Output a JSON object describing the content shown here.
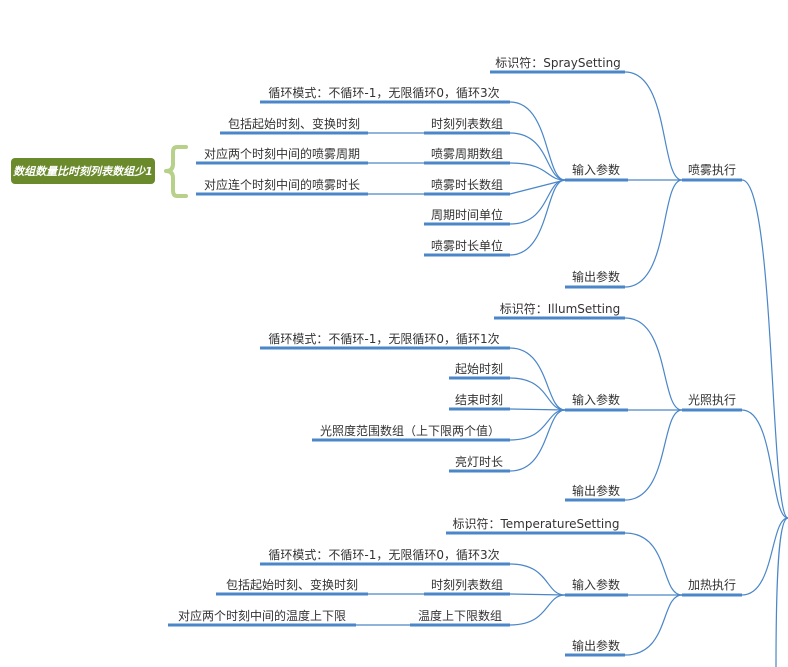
{
  "spray": {
    "title": "喷雾执行",
    "identifier": "标识符：SpraySetting",
    "input": "输入参数",
    "output": "输出参数",
    "loop_mode": "循环模式：不循环-1，无限循环0，循环3次",
    "time_list": "时刻列表数组",
    "time_list_desc": "包括起始时刻、变换时刻",
    "period_array": "喷雾周期数组",
    "period_desc": "对应两个时刻中间的喷雾周期",
    "duration_array": "喷雾时长数组",
    "duration_desc": "对应连个时刻中间的喷雾时长",
    "period_unit": "周期时间单位",
    "duration_unit": "喷雾时长单位",
    "note": "数组数量比时刻列表数组少1"
  },
  "illum": {
    "title": "光照执行",
    "identifier": "标识符：IllumSetting",
    "input": "输入参数",
    "output": "输出参数",
    "loop_mode": "循环模式：不循环-1，无限循环0，循环1次",
    "start_time": "起始时刻",
    "end_time": "结束时刻",
    "range_array": "光照度范围数组（上下限两个值）",
    "light_duration": "亮灯时长"
  },
  "heat": {
    "title": "加热执行",
    "identifier": "标识符：TemperatureSetting",
    "input": "输入参数",
    "output": "输出参数",
    "loop_mode": "循环模式：不循环-1，无限循环0，循环3次",
    "time_list": "时刻列表数组",
    "time_list_desc": "包括起始时刻、变换时刻",
    "temp_array": "温度上下限数组",
    "temp_desc": "对应两个时刻中间的温度上下限"
  }
}
